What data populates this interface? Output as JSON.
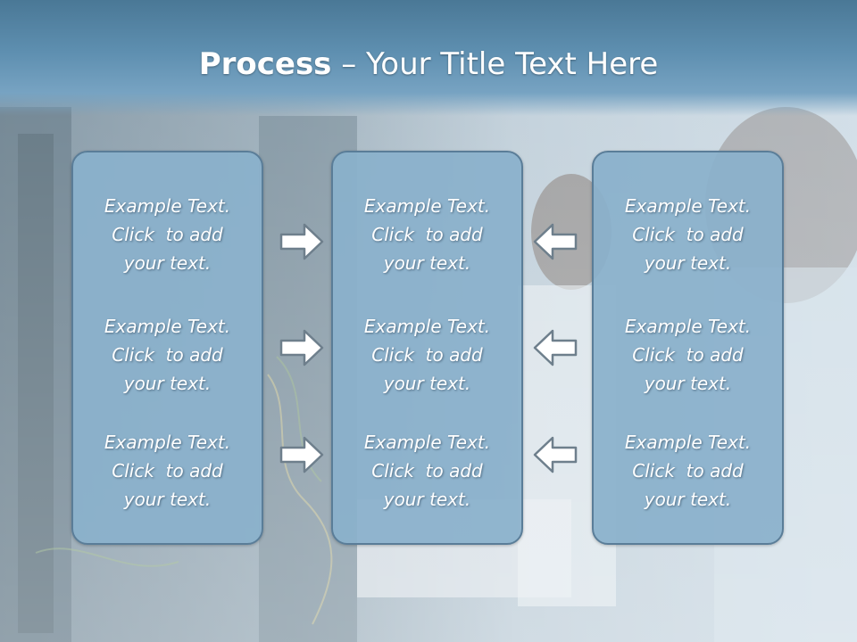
{
  "slide": {
    "title_bold": "Process",
    "title_rest": " – Your Title Text Here"
  },
  "columns": [
    {
      "items": [
        {
          "l1": "Example Text.",
          "l2": "Click  to add",
          "l3": "your text."
        },
        {
          "l1": "Example Text.",
          "l2": "Click  to add",
          "l3": "your text."
        },
        {
          "l1": "Example Text.",
          "l2": "Click  to add",
          "l3": "your text."
        }
      ]
    },
    {
      "items": [
        {
          "l1": "Example Text.",
          "l2": "Click  to add",
          "l3": "your text."
        },
        {
          "l1": "Example Text.",
          "l2": "Click  to add",
          "l3": "your text."
        },
        {
          "l1": "Example Text.",
          "l2": "Click  to add",
          "l3": "your text."
        }
      ]
    },
    {
      "items": [
        {
          "l1": "Example Text.",
          "l2": "Click  to add",
          "l3": "your text."
        },
        {
          "l1": "Example Text.",
          "l2": "Click  to add",
          "l3": "your text."
        },
        {
          "l1": "Example Text.",
          "l2": "Click  to add",
          "l3": "your text."
        }
      ]
    }
  ],
  "colors": {
    "box_fill": "#8ab0cb",
    "box_border": "#5a7d98",
    "title_bar": "#5e8fb0",
    "arrow_fill": "#ffffff",
    "arrow_stroke": "#6e7f8c"
  },
  "icons": {
    "left_column_arrows": "arrow-right-icon",
    "right_column_arrows": "arrow-left-icon"
  }
}
